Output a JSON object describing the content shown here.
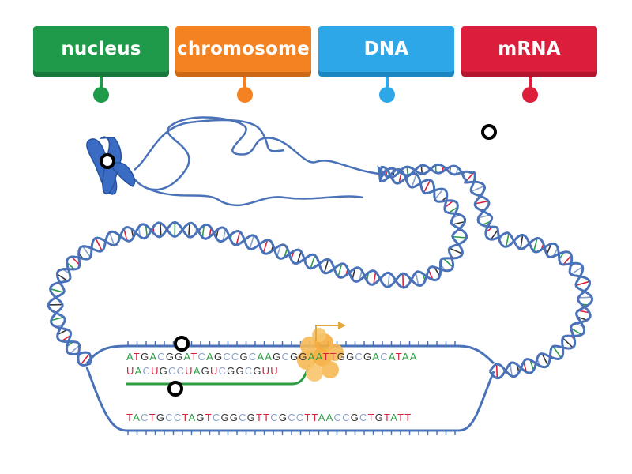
{
  "labels": [
    {
      "text": "nucleus",
      "color": "#1f9a4a",
      "shadow": "#17763a"
    },
    {
      "text": "chromosome",
      "color": "#f58220",
      "shadow": "#cc6816"
    },
    {
      "text": "DNA",
      "color": "#2da7e8",
      "shadow": "#1d87c4"
    },
    {
      "text": "mRNA",
      "color": "#dc1e3c",
      "shadow": "#b3142e"
    }
  ],
  "sequences": {
    "dna_top": "ATGACGGATCAGCCGCAAGCGGAATTGGCGACATAA",
    "mrna": "UACUGCCUAGUCGGCGUU",
    "dna_bottom": "TACTGCCTAGTCGGCGTTCGCCTTAACCGCTGTATT"
  },
  "base_colors": {
    "A": "#2e9e44",
    "T": "#d8203a",
    "G": "#333333",
    "C": "#8aa2c8",
    "U": "#d8203a"
  },
  "strand_color": "#4a72b8"
}
